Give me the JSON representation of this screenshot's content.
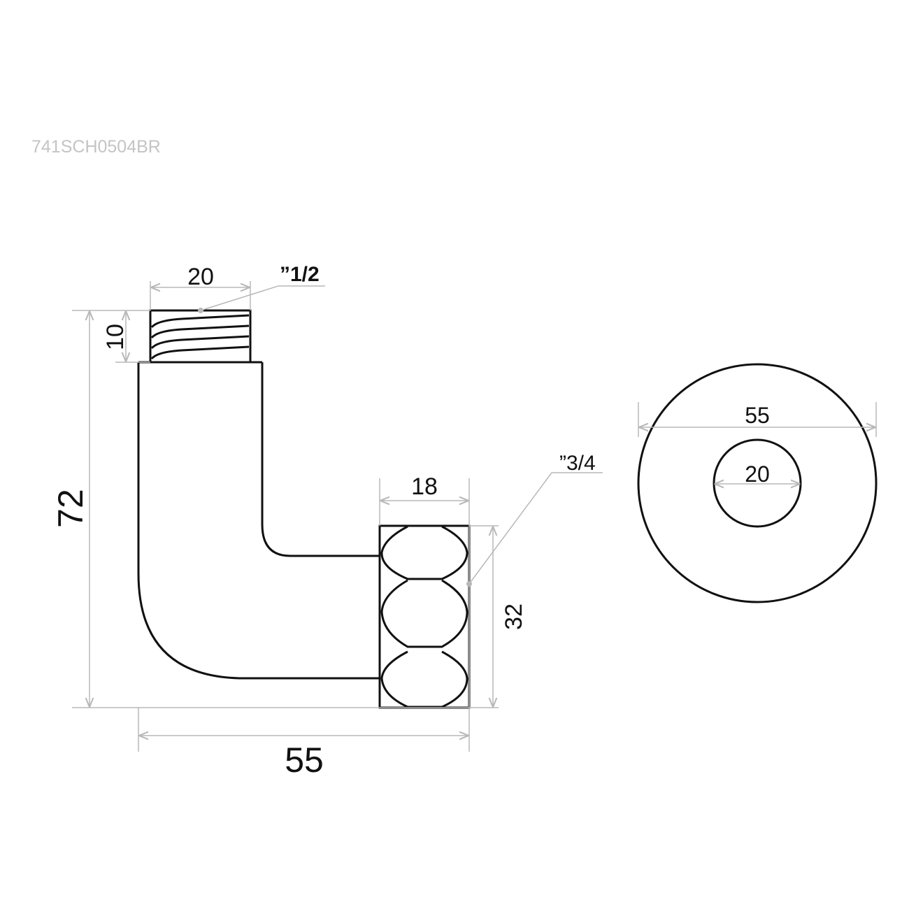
{
  "model_code": "741SCH0504BR",
  "side_view": {
    "overall_height": "72",
    "overall_width": "55",
    "thread_length": "10",
    "thread_width": "20",
    "thread_size": "”1/2",
    "nut_width": "18",
    "nut_height": "32",
    "nut_thread_size": "”3/4"
  },
  "end_view": {
    "outer_diameter": "55",
    "inner_diameter": "20"
  },
  "colors": {
    "outline": "#111111",
    "dimension": "#b8b8b8"
  }
}
